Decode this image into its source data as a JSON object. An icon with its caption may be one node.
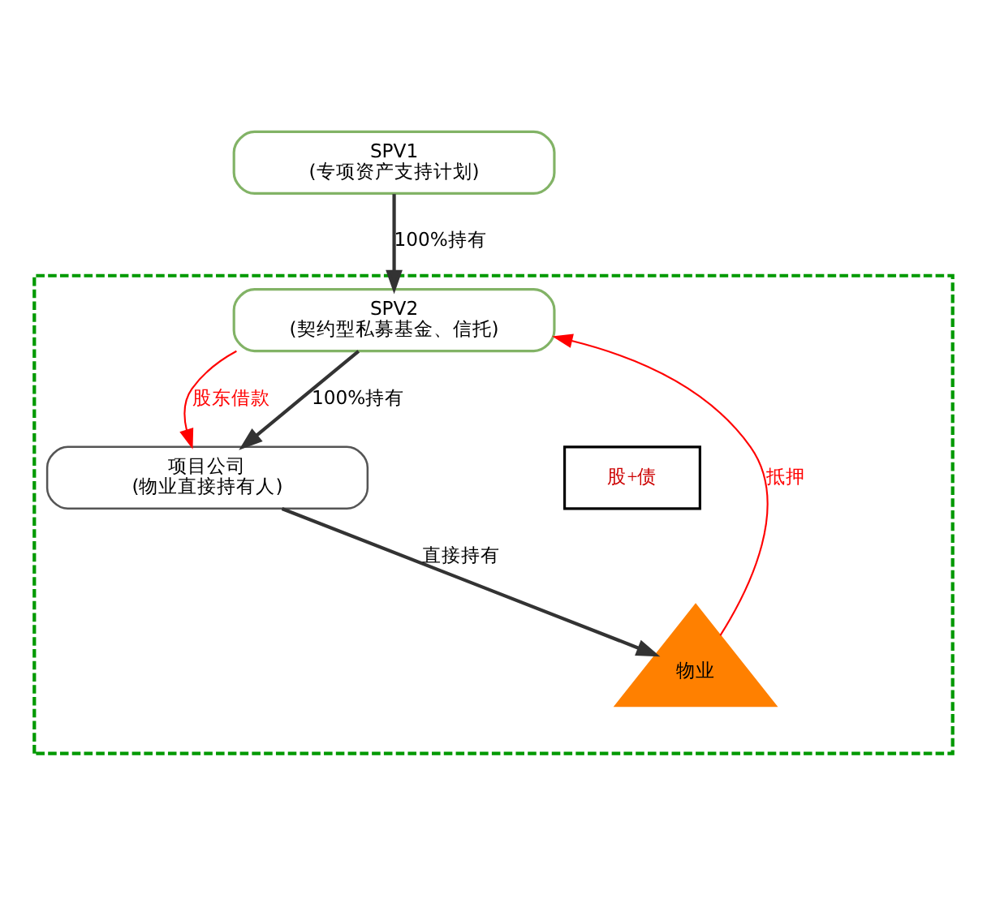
{
  "diagram": {
    "nodes": [
      {
        "text": [
          "SPV1",
          "(专项资产支持计划)"
        ]
      },
      {
        "text": [],
        "shape": "box"
      },
      {
        "text": [
          "SPV2",
          "(契约型私募基金、信托)"
        ],
        "in": 1
      },
      {
        "text": [
          "项目公司",
          "(物业直接持有人)"
        ],
        "in": 1
      },
      {
        "text": [
          "物业"
        ],
        "in": 1
      },
      {
        "text": [
          "股+债"
        ],
        "in": 1
      }
    ],
    "edges": [
      {
        "from": 0,
        "to": 2,
        "arrow": "to",
        "label": "100%持有"
      },
      {
        "from": 2,
        "to": 3,
        "arrow": "to",
        "label": "股东借款",
        "color": "#ff0000"
      },
      {
        "from": 2,
        "to": 3,
        "arrow": "to",
        "label": "100%持有"
      },
      {
        "from": 3,
        "to": 4,
        "arrow": "to",
        "label": "直接持有"
      },
      {
        "from": 4,
        "to": 2,
        "arrow": "to",
        "label": "抵押",
        "color": "#ff0000"
      }
    ]
  }
}
